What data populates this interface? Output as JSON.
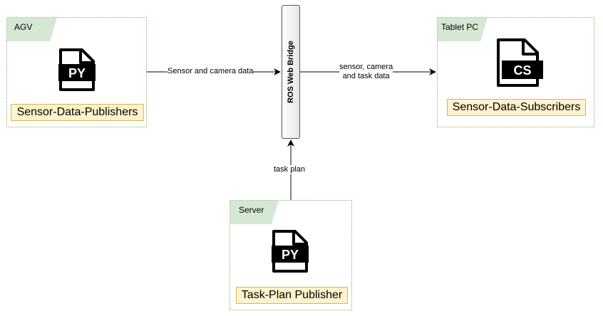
{
  "agv": {
    "tag": "AGV",
    "file_type": "PY",
    "label": "Sensor-Data-Publishers"
  },
  "tablet": {
    "tag": "Tablet PC",
    "file_type": "CS",
    "label": "Sensor-Data-Subscribers"
  },
  "server": {
    "tag": "Server",
    "file_type": "PY",
    "label": "Task-Plan Publisher"
  },
  "bridge": {
    "label": "ROS Web Bridge"
  },
  "edges": {
    "agv_to_bridge": "Sensor and camera data",
    "bridge_to_tablet_line1": "sensor, camera",
    "bridge_to_tablet_line2": "and task data",
    "server_to_bridge": "task plan"
  },
  "colors": {
    "group_border": "#82b366",
    "tag_fill": "#d5e8d4",
    "label_fill": "#fff2cc",
    "label_border": "#d6b656"
  }
}
